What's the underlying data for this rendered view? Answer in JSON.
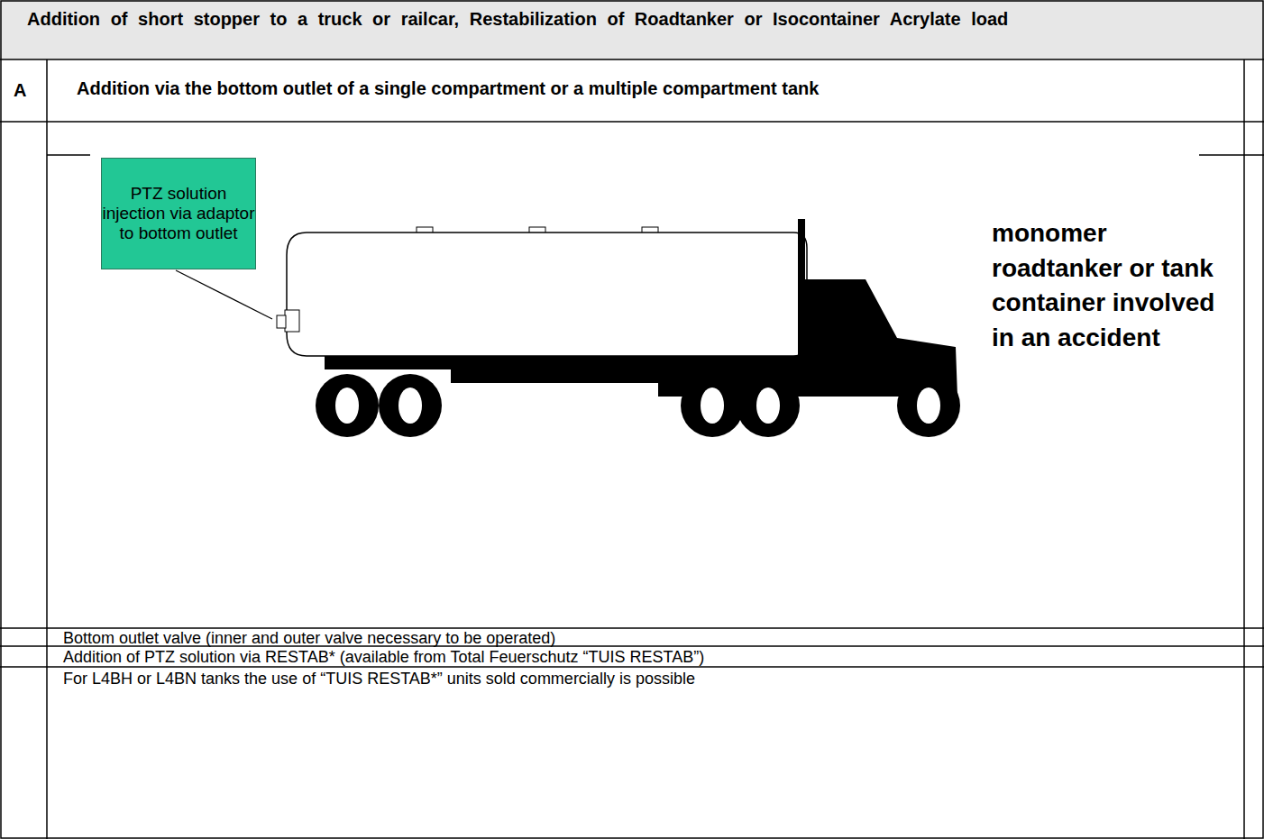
{
  "diagram": {
    "title": "Addition of short stopper to a truck or railcar, Restabilization of Roadtanker or Isocontainer Acrylate load",
    "nodes": [
      {
        "text": [
          "PTZ solution injection via adaptor to bottom outlet"
        ]
      }
    ],
    "labels": [
      "A",
      "Addition via the bottom outlet of a single compartment or a multiple compartment tank",
      "monomer roadtanker or tank container involved in an accident",
      "Bottom outlet valve (inner and outer valve necessary to be operated)",
      "Addition of PTZ solution via RESTAB* (available from Total Feuerschutz “TUIS RESTAB”)",
      "For L4BH or L4BN tanks the use of “TUIS RESTAB*” units sold commercially is possible"
    ]
  }
}
